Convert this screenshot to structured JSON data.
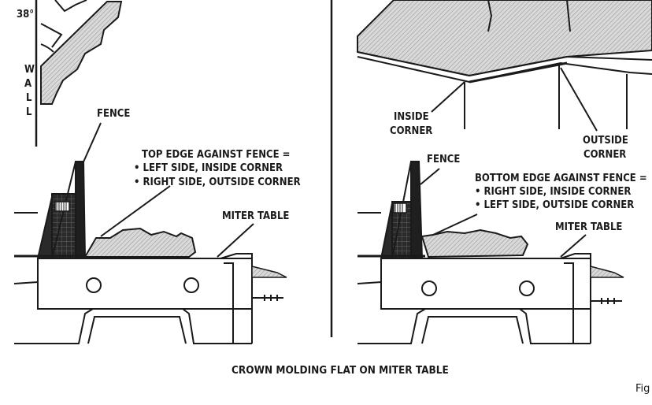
{
  "left": {
    "angle_label": "38°",
    "wall_label": "WALL",
    "fence_label": "FENCE",
    "note_title": "TOP EDGE AGAINST FENCE =",
    "note_line1": "• LEFT SIDE, INSIDE CORNER",
    "note_line2": "• RIGHT SIDE, OUTSIDE CORNER",
    "miter_label": "MITER TABLE"
  },
  "right": {
    "inside_corner_label": [
      "INSIDE",
      "CORNER"
    ],
    "outside_corner_label": [
      "OUTSIDE",
      "CORNER"
    ],
    "fence_label": "FENCE",
    "note_title": "BOTTOM EDGE AGAINST FENCE =",
    "note_line1": "• RIGHT SIDE, INSIDE CORNER",
    "note_line2": "• LEFT SIDE, OUTSIDE CORNER",
    "miter_label": "MITER TABLE"
  },
  "caption": "CROWN MOLDING FLAT ON MITER TABLE",
  "fig_label": "Fig"
}
